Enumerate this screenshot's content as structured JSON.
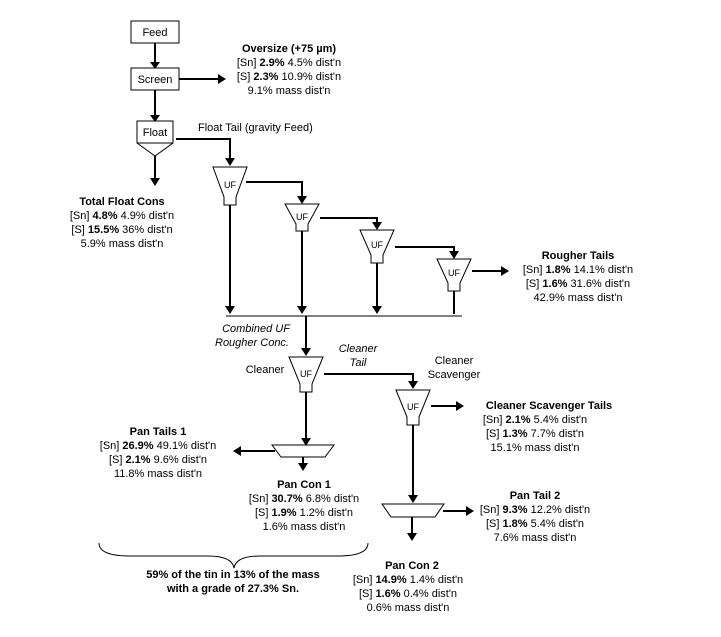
{
  "units": {
    "feed": "Feed",
    "screen": "Screen",
    "float": "Float",
    "uf": "UF"
  },
  "labels": {
    "float_tail": "Float Tail (gravity Feed)",
    "combined_1": "Combined UF",
    "combined_2": "Rougher Conc.",
    "cleaner": "Cleaner",
    "cleaner_tail_1": "Cleaner",
    "cleaner_tail_2": "Tail",
    "cleaner_scav_1": "Cleaner",
    "cleaner_scav_2": "Scavenger"
  },
  "streams": {
    "oversize": {
      "title": "Oversize (+75 µm)",
      "sn_tag": "[Sn] ",
      "sn_grade": "2.9%",
      "sn_dist": " 4.5% dist'n",
      "s_tag": "[S] ",
      "s_grade": "2.3%",
      "s_dist": " 10.9% dist'n",
      "mass": "9.1% mass dist'n"
    },
    "total_float": {
      "title": "Total Float Cons",
      "sn_tag": "[Sn] ",
      "sn_grade": "4.8%",
      "sn_dist": " 4.9% dist'n",
      "s_tag": "[S] ",
      "s_grade": "15.5%",
      "s_dist": " 36% dist'n",
      "mass": "5.9% mass dist'n"
    },
    "rougher_tails": {
      "title": "Rougher Tails",
      "sn_tag": "[Sn] ",
      "sn_grade": "1.8%",
      "sn_dist": " 14.1% dist'n",
      "s_tag": "[S] ",
      "s_grade": "1.6%",
      "s_dist": " 31.6% dist'n",
      "mass": "42.9% mass dist'n"
    },
    "pan_tails_1": {
      "title": "Pan Tails 1",
      "sn_tag": "[Sn] ",
      "sn_grade": "26.9%",
      "sn_dist": " 49.1% dist'n",
      "s_tag": "[S] ",
      "s_grade": "2.1%",
      "s_dist": " 9.6% dist'n",
      "mass": "11.8% mass dist'n"
    },
    "pan_con_1": {
      "title": "Pan Con 1",
      "sn_tag": "[Sn] ",
      "sn_grade": "30.7%",
      "sn_dist": " 6.8% dist'n",
      "s_tag": "[S] ",
      "s_grade": "1.9%",
      "s_dist": " 1.2% dist'n",
      "mass": "1.6% mass dist'n"
    },
    "cleaner_scav_tails": {
      "title": "Cleaner Scavenger Tails",
      "sn_tag": "[Sn] ",
      "sn_grade": "2.1%",
      "sn_dist": " 5.4% dist'n",
      "s_tag": "[S] ",
      "s_grade": "1.3%",
      "s_dist": " 7.7% dist'n",
      "mass": "15.1% mass dist'n"
    },
    "pan_tail_2": {
      "title": "Pan Tail 2",
      "sn_tag": "[Sn] ",
      "sn_grade": "9.3%",
      "sn_dist": " 12.2% dist'n",
      "s_tag": "[S] ",
      "s_grade": "1.8%",
      "s_dist": " 5.4% dist'n",
      "mass": "7.6% mass dist'n"
    },
    "pan_con_2": {
      "title": "Pan Con 2",
      "sn_tag": "[Sn] ",
      "sn_grade": "14.9%",
      "sn_dist": " 1.4% dist'n",
      "s_tag": "[S] ",
      "s_grade": "1.6%",
      "s_dist": " 0.4% dist'n",
      "mass": "0.6% mass dist'n"
    }
  },
  "summary": {
    "line1": "59% of the tin in 13% of the mass",
    "line2": "with a grade of 27.3% Sn."
  }
}
